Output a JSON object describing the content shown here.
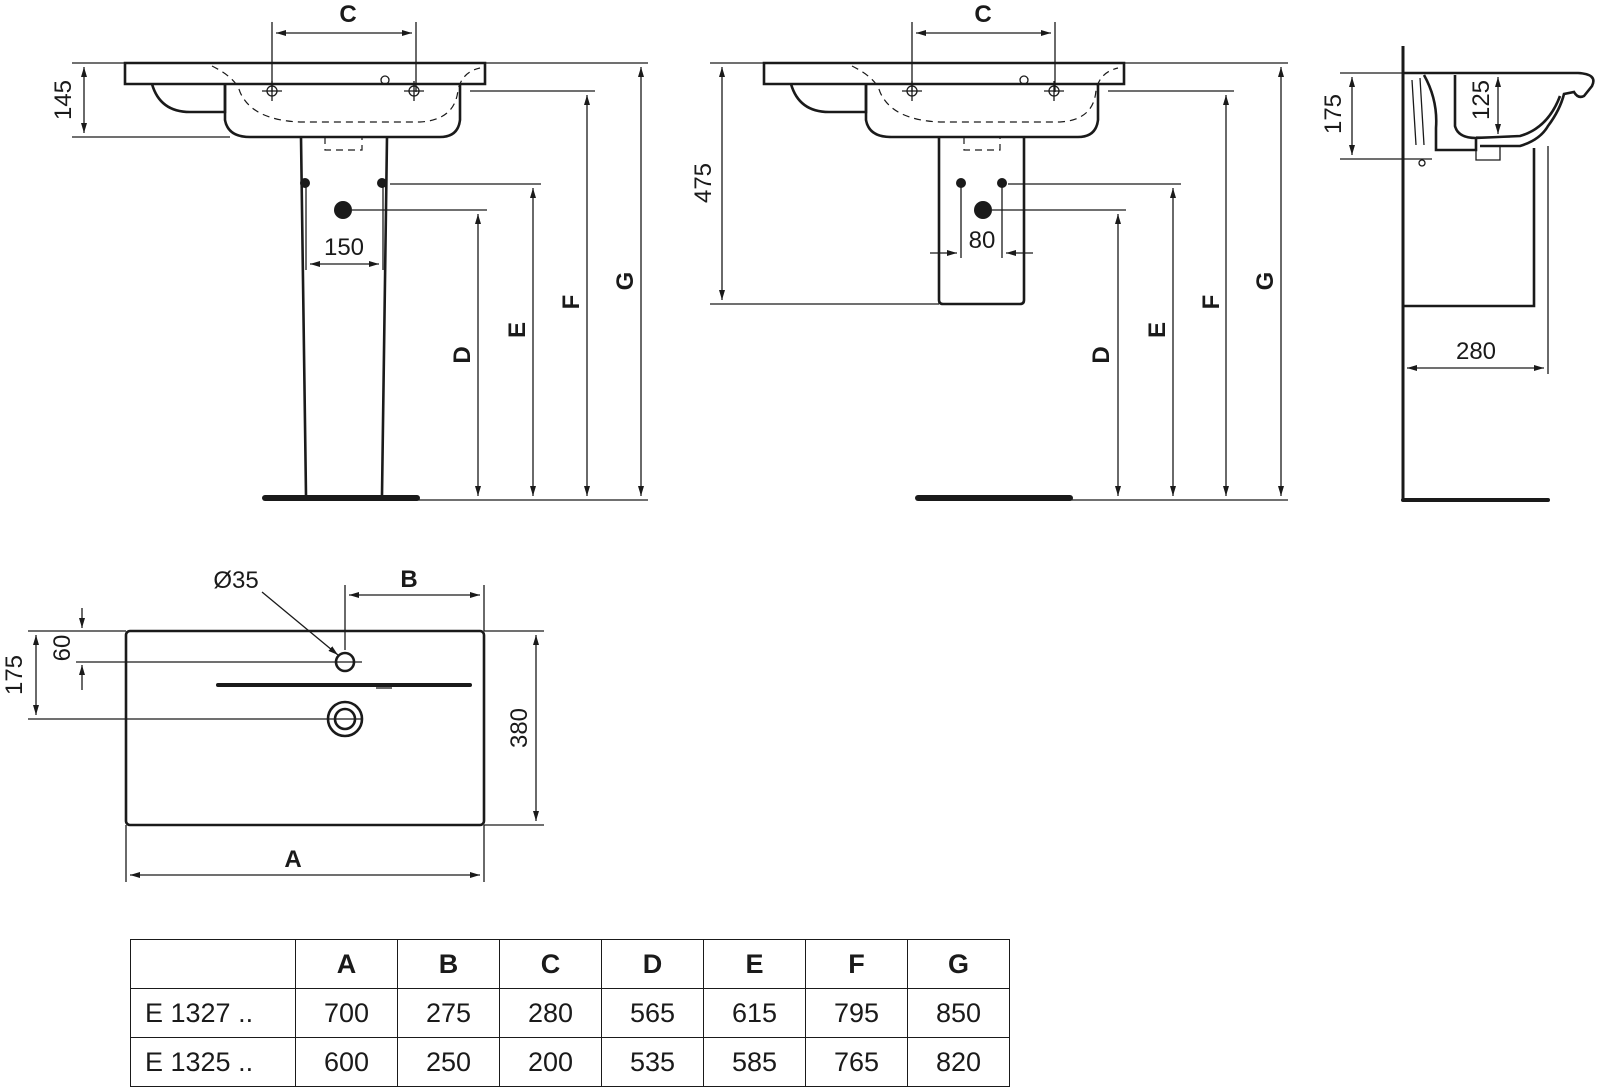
{
  "labels": {
    "A": "A",
    "B": "B",
    "C": "C",
    "D": "D",
    "E": "E",
    "F": "F",
    "G": "G"
  },
  "dimensions": {
    "pedestal_top_height": "145",
    "pedestal_hole_spacing": "150",
    "semi_pedestal_height": "475",
    "semi_pedestal_hole_spacing": "80",
    "side_overflow_height": "175",
    "side_bowl_depth": "125",
    "side_wall_depth": "280",
    "plan_hole_diameter": "Ø35",
    "plan_tap_offset": "60",
    "plan_waste_offset": "175",
    "plan_depth": "380"
  },
  "table": {
    "columns": [
      "A",
      "B",
      "C",
      "D",
      "E",
      "F",
      "G"
    ],
    "rows": [
      {
        "code": "E 1327 ..",
        "values": [
          "700",
          "275",
          "280",
          "565",
          "615",
          "795",
          "850"
        ]
      },
      {
        "code": "E 1325 ..",
        "values": [
          "600",
          "250",
          "200",
          "535",
          "585",
          "765",
          "820"
        ]
      }
    ]
  }
}
